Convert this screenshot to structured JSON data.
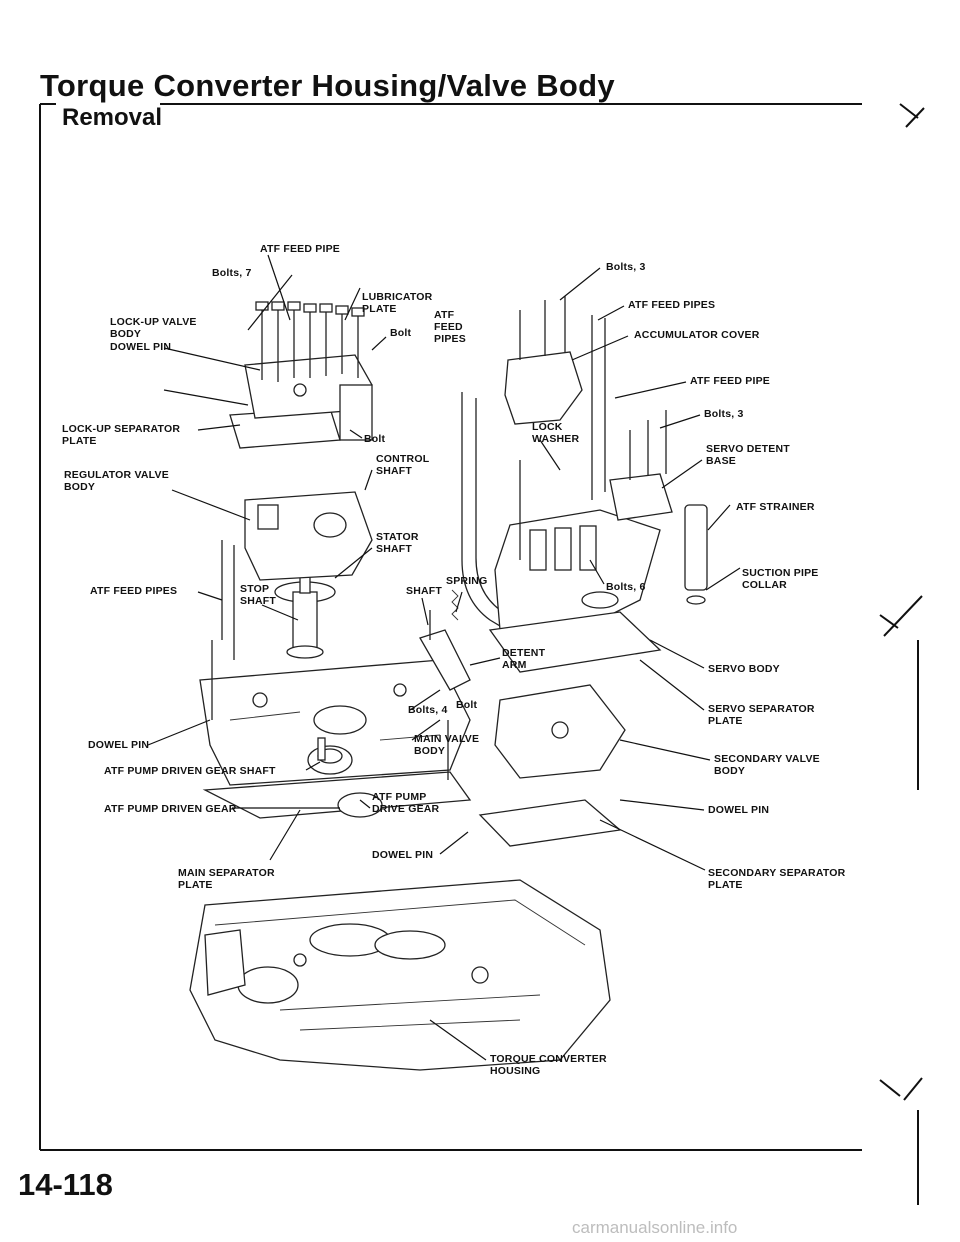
{
  "header": {
    "title": "Torque Converter Housing/Valve Body",
    "subtitle": "Removal"
  },
  "footer": {
    "page_number": "14-118",
    "watermark": "carmanualsonline.info"
  },
  "labels": {
    "atf_feed_pipe_top": [
      "ATF FEED PIPE"
    ],
    "bolts_7": [
      "Bolts, 7"
    ],
    "bolts_3_top": [
      "Bolts, 3"
    ],
    "lubricator_plate": [
      "LUBRICATOR",
      "PLATE"
    ],
    "atf_feed_pipes_top": [
      "ATF FEED PIPES"
    ],
    "lock_up_valve_body": [
      "LOCK-UP VALVE",
      "BODY"
    ],
    "bolt_upper": [
      "Bolt"
    ],
    "atf_feed_pipes_center": [
      "ATF",
      "FEED",
      "PIPES"
    ],
    "accumulator_cover": [
      "ACCUMULATOR COVER"
    ],
    "dowel_pin_upper": [
      "DOWEL PIN"
    ],
    "atf_feed_pipe_right": [
      "ATF FEED PIPE"
    ],
    "bolts_3_mid": [
      "Bolts, 3"
    ],
    "lock_up_separator_plate": [
      "LOCK-UP SEPARATOR",
      "PLATE"
    ],
    "bolt_mid": [
      "Bolt"
    ],
    "lock_washer": [
      "LOCK",
      "WASHER"
    ],
    "servo_detent_base": [
      "SERVO DETENT",
      "BASE"
    ],
    "regulator_valve_body": [
      "REGULATOR VALVE",
      "BODY"
    ],
    "control_shaft": [
      "CONTROL",
      "SHAFT"
    ],
    "atf_strainer": [
      "ATF STRAINER"
    ],
    "stator_shaft": [
      "STATOR",
      "SHAFT"
    ],
    "atf_feed_pipes_left": [
      "ATF FEED PIPES"
    ],
    "stop_shaft": [
      "STOP",
      "SHAFT"
    ],
    "shaft": [
      "SHAFT"
    ],
    "spring": [
      "SPRING"
    ],
    "bolts_6": [
      "Bolts, 6"
    ],
    "suction_pipe_collar": [
      "SUCTION PIPE",
      "COLLAR"
    ],
    "detent_arm": [
      "DETENT",
      "ARM"
    ],
    "servo_body": [
      "SERVO BODY"
    ],
    "bolts_4": [
      "Bolts, 4"
    ],
    "bolt_lower": [
      "Bolt"
    ],
    "servo_separator_plate": [
      "SERVO SEPARATOR",
      "PLATE"
    ],
    "dowel_pin_left": [
      "DOWEL PIN"
    ],
    "main_valve_body": [
      "MAIN VALVE",
      "BODY"
    ],
    "atf_pump_driven_gear_shaft": [
      "ATF PUMP DRIVEN GEAR SHAFT"
    ],
    "secondary_valve_body": [
      "SECONDARY VALVE",
      "BODY"
    ],
    "atf_pump_drive_gear": [
      "ATF PUMP",
      "DRIVE GEAR"
    ],
    "atf_pump_driven_gear": [
      "ATF PUMP DRIVEN GEAR"
    ],
    "dowel_pin_right": [
      "DOWEL PIN"
    ],
    "dowel_pin_center": [
      "DOWEL PIN"
    ],
    "main_separator_plate": [
      "MAIN SEPARATOR",
      "PLATE"
    ],
    "secondary_separator_plate": [
      "SECONDARY SEPARATOR",
      "PLATE"
    ],
    "torque_converter_housing": [
      "TORQUE CONVERTER",
      "HOUSING"
    ]
  }
}
